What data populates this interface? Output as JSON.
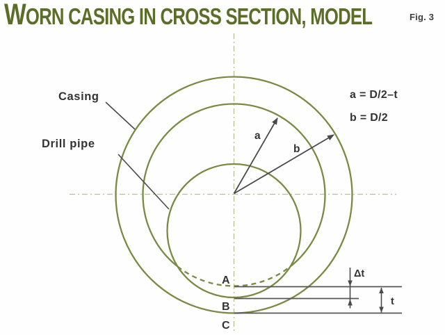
{
  "header": {
    "title": "WORN CASING IN CROSS SECTION, MODEL",
    "figure_label": "Fig. 3"
  },
  "diagram": {
    "part_labels": {
      "casing": "Casing",
      "drill_pipe": "Drill pipe"
    },
    "formulas": {
      "a": "a = D/2–t",
      "b": "b = D/2"
    },
    "radius_labels": {
      "a": "a",
      "b": "b"
    },
    "point_labels": {
      "a": "A",
      "b": "B",
      "c": "C"
    },
    "dimension_labels": {
      "wear_depth": "Δt",
      "wall_thickness": "t"
    },
    "colors": {
      "title_green": "#5a6e28",
      "circle_olive": "#7a8a42",
      "centerline_olive": "#b9c08c",
      "annotation_gray": "#4a4a4a",
      "text_dark": "#333333"
    }
  }
}
